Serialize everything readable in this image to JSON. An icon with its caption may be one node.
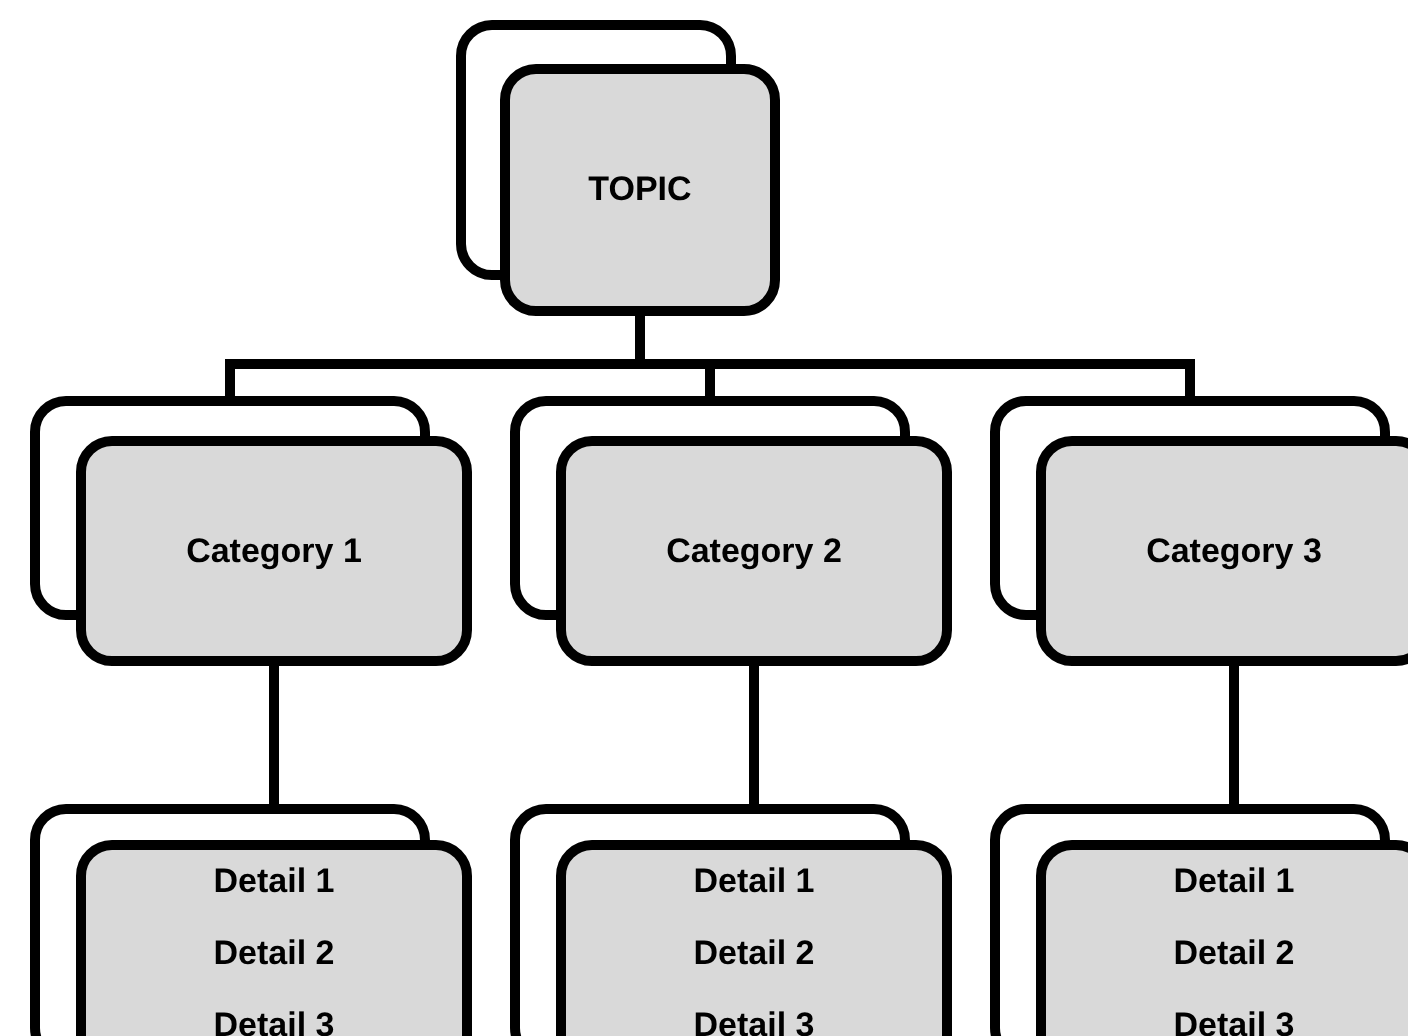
{
  "diagram": {
    "nodes": [
      {
        "text": [
          "TOPIC"
        ]
      },
      {
        "text": [
          "Category 1"
        ]
      },
      {
        "text": [
          "Category 2"
        ]
      },
      {
        "text": [
          "Category 3"
        ]
      },
      {
        "text": [
          "Detail 1",
          "Detail 2",
          "Detail 3"
        ]
      },
      {
        "text": [
          "Detail 1",
          "Detail 2",
          "Detail 3"
        ]
      },
      {
        "text": [
          "Detail 1",
          "Detail 2",
          "Detail 3"
        ]
      }
    ],
    "edges": [
      {
        "from": 0,
        "to": 1,
        "arrow": "none"
      },
      {
        "from": 0,
        "to": 2,
        "arrow": "none"
      },
      {
        "from": 0,
        "to": 3,
        "arrow": "none"
      },
      {
        "from": 1,
        "to": 4,
        "arrow": "none"
      },
      {
        "from": 2,
        "to": 5,
        "arrow": "none"
      },
      {
        "from": 3,
        "to": 6,
        "arrow": "none"
      }
    ]
  }
}
